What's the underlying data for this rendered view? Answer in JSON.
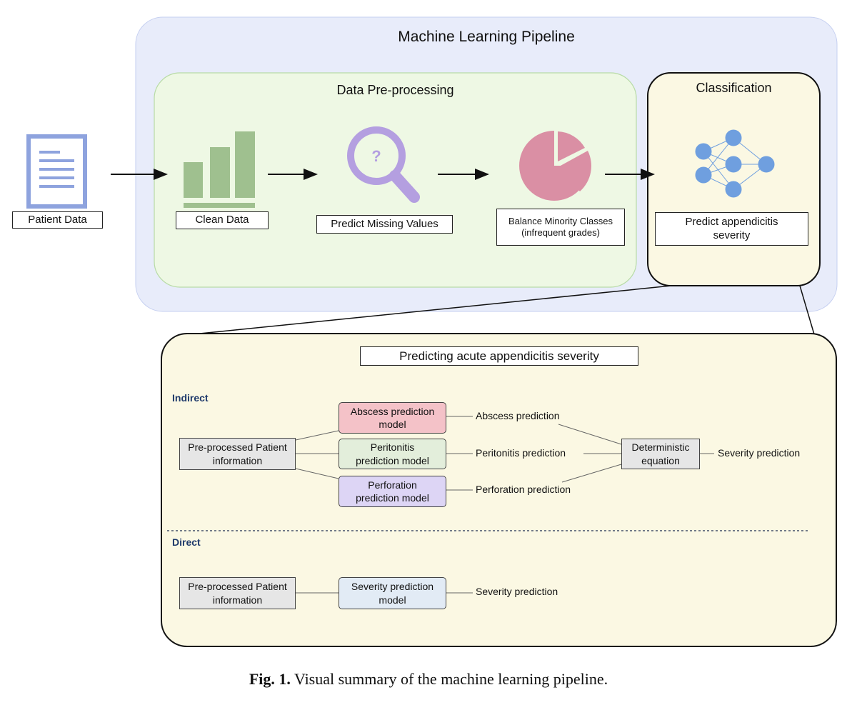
{
  "pipeline": {
    "title": "Machine Learning Pipeline"
  },
  "input": {
    "label": "Patient Data",
    "icon": "document-icon"
  },
  "preprocessing": {
    "title": "Data Pre-processing",
    "steps": [
      {
        "label": "Clean Data",
        "icon": "bar-chart-icon"
      },
      {
        "label": "Predict Missing Values",
        "icon": "magnifier-question-icon"
      },
      {
        "label_line1": "Balance Minority Classes",
        "label_line2": "(infrequent grades)",
        "icon": "pie-chart-icon"
      }
    ]
  },
  "classification": {
    "title": "Classification",
    "label_line1": "Predict appendicitis",
    "label_line2": "severity",
    "icon": "neural-network-icon"
  },
  "detail": {
    "title": "Predicting acute appendicitis severity",
    "indirect": {
      "label": "Indirect",
      "input_line1": "Pre-processed Patient",
      "input_line2": "information",
      "models": [
        {
          "line1": "Abscess prediction",
          "line2": "model",
          "output": "Abscess prediction",
          "color": "#f4c2c8"
        },
        {
          "line1": "Peritonitis",
          "line2": "prediction model",
          "output": "Peritonitis prediction",
          "color": "#e3eedb"
        },
        {
          "line1": "Perforation",
          "line2": "prediction model",
          "output": "Perforation prediction",
          "color": "#ddd5f5"
        }
      ],
      "equation_line1": "Deterministic",
      "equation_line2": "equation",
      "result": "Severity prediction"
    },
    "direct": {
      "label": "Direct",
      "input_line1": "Pre-processed Patient",
      "input_line2": "information",
      "model_line1": "Severity prediction",
      "model_line2": "model",
      "model_color": "#e2ebf5",
      "output": "Severity prediction"
    }
  },
  "caption": {
    "prefix": "Fig. 1.",
    "text": "Visual summary of the machine learning pipeline."
  },
  "colors": {
    "pipeline_bg": "#e8ecfa",
    "preprocess_bg": "#eef8e4",
    "classification_bg": "#fbf8e3",
    "bar_green": "#9fc08f",
    "magnifier_purple": "#b49fe0",
    "pie_pink": "#da8fa4",
    "network_blue": "#6f9fdf"
  }
}
